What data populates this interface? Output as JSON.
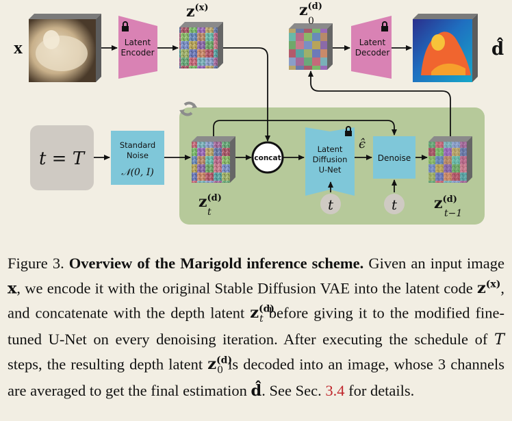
{
  "diagram": {
    "nodes": {
      "input_label": "x",
      "latent_encoder": "Latent\nEncoder",
      "zx_label": "z",
      "zx_sup": "(x)",
      "z0_label": "z",
      "z0_sup": "(d)",
      "z0_sub": "0",
      "latent_decoder": "Latent\nDecoder",
      "output_label": "d̂",
      "t_equals": "t = T",
      "standard_noise": "Standard\nNoise",
      "noise_dist": "𝒩(0, I)",
      "zt_label": "z",
      "zt_sup": "(d)",
      "zt_sub": "t",
      "concat": "concat",
      "unet": "Latent\nDiffusion\nU-Net",
      "epsilon": "ϵ̂",
      "denoise": "Denoise",
      "zt1_label": "z",
      "zt1_sup": "(d)",
      "zt1_sub": "t−1",
      "t_input_1": "t",
      "t_input_2": "t"
    },
    "colors": {
      "encoder_pink": "#d982b4",
      "noise_blue": "#7fc7d9",
      "loop_green": "#b6c99a",
      "t_box_gray": "#cfcac3"
    },
    "icons": [
      "lock-icon",
      "refresh-cycle-icon"
    ]
  },
  "caption": {
    "prefix": "Figure 3. ",
    "bold": "Overview of the Marigold inference scheme.",
    "part1": " Given an input image ",
    "x": "x",
    "part2": ", we encode it with the original Stable Diffusion VAE into the latent code ",
    "part3": ", and concatenate with the depth latent ",
    "part4": " before giving it to the modified fine-tuned U-Net on every denoising iteration. After executing the schedule of ",
    "T": "T",
    "part5": " steps, the resulting depth latent ",
    "part6": " is decoded into an image, whose 3 channels are averaged to get the final estimation ",
    "part7": ". See Sec. ",
    "ref": "3.4",
    "part8": " for details."
  }
}
